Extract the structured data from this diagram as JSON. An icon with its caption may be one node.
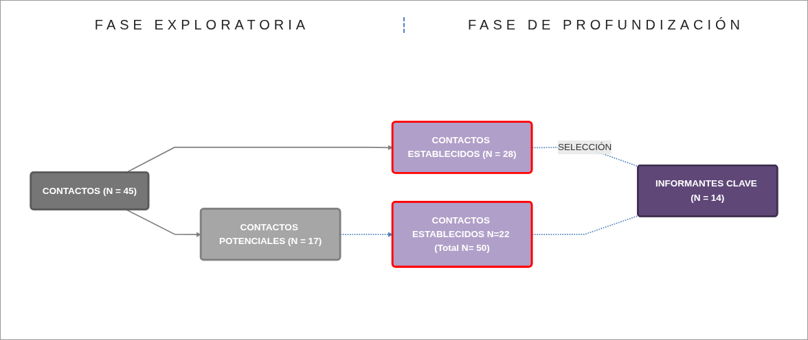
{
  "diagram": {
    "nodes": [
      {
        "text": [
          "CONTACTOS (N = 45)"
        ]
      },
      {
        "text": [
          "CONTACTOS ESTABLECIDOS (N = 28)"
        ]
      },
      {
        "text": [
          "CONTACTOS POTENCIALES (N = 17)"
        ]
      },
      {
        "text": [
          "CONTACTOS ESTABLECIDOS N=22 (Total N= 50)"
        ]
      },
      {
        "text": [
          "INFORMANTES CLAVE (N = 14)"
        ]
      }
    ],
    "edges": [
      {
        "from": 0,
        "to": 1,
        "arrow": "to",
        "color": "#808080"
      },
      {
        "from": 0,
        "to": 2,
        "arrow": "to",
        "color": "#808080"
      },
      {
        "from": 2,
        "to": 3,
        "arrow": "to",
        "style": "dashed",
        "color": "#4f81bd"
      },
      {
        "from": 1,
        "to": 4,
        "arrow": "none",
        "style": "dashed",
        "color": "#4f81bd",
        "label": "SELECCIÓN"
      },
      {
        "from": 3,
        "to": 4,
        "arrow": "none",
        "style": "dashed",
        "color": "#4f81bd"
      }
    ],
    "labels": [
      "FASE EXPLORATORIA",
      "FASE DE PROFUNDIZACIÓN"
    ]
  }
}
